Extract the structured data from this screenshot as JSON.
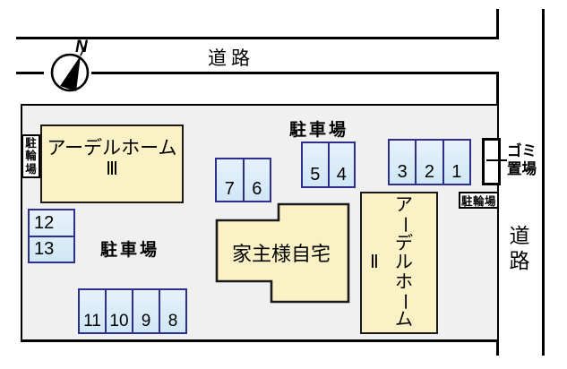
{
  "compass": {
    "north": "N"
  },
  "roads": {
    "top_label": "道路",
    "right_label_chars": [
      "道",
      "路"
    ]
  },
  "site": {
    "parking_area_label_top": "駐車場",
    "parking_area_label_left": "駐車場",
    "bicycle_parking_left_chars": [
      "駐",
      "輪",
      "場"
    ],
    "bicycle_parking_right": "駐輪場",
    "garbage_area_lines": [
      "ゴミ",
      "置場"
    ]
  },
  "buildings": {
    "ardel_home_3": {
      "name": "アーデルホーム",
      "suffix": "Ⅲ"
    },
    "owner_house": {
      "name": "家主様自宅"
    },
    "ardel_home_2": {
      "chars": [
        "ア",
        "ー",
        "デ",
        "ル",
        "ホ",
        "ー",
        "ム"
      ],
      "suffix": "Ⅱ"
    }
  },
  "parking_spaces": {
    "left_column": [
      "12",
      "13"
    ],
    "mid_left_pair": [
      "7",
      "6"
    ],
    "mid_right_pair": [
      "5",
      "4"
    ],
    "right_row": [
      "3",
      "2",
      "1"
    ],
    "bottom_row": [
      "11",
      "10",
      "9",
      "8"
    ]
  },
  "colors": {
    "building_fill": "#faf1c4",
    "parking_fill_top": "#e6f2fb",
    "parking_fill_bottom": "#d0e7f6",
    "parking_border": "#2e2e8f",
    "site_fill": "#f0f0f0",
    "outline": "#000000",
    "background": "#ffffff"
  }
}
